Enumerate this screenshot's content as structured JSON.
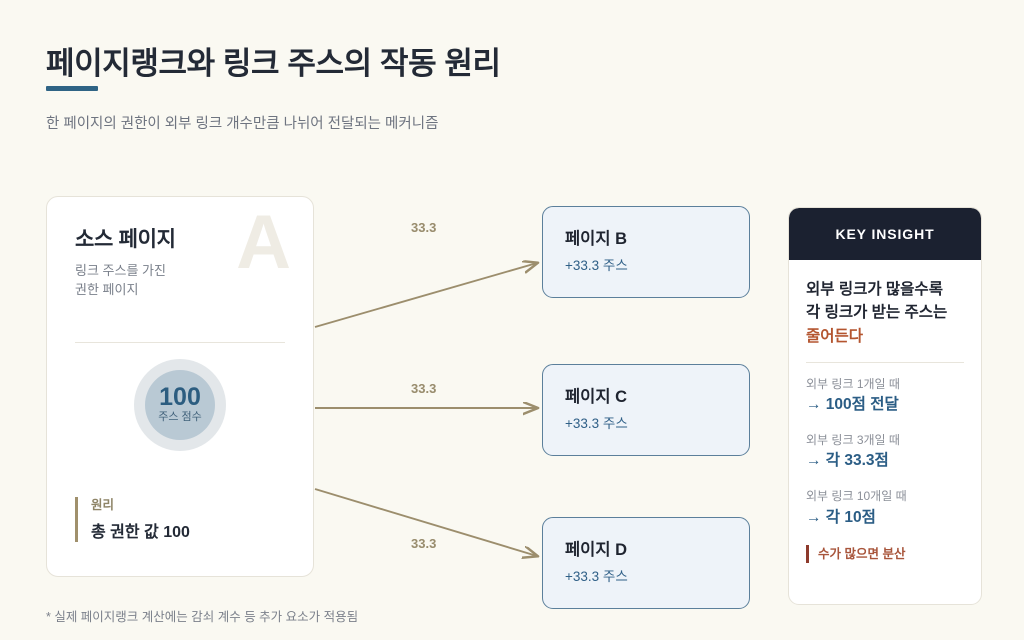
{
  "header": {
    "title": "페이지랭크와 링크 주스의 작동 원리",
    "subtitle": "한 페이지의 권한이 외부 링크 개수만큼 나뉘어 전달되는 메커니즘",
    "accent_color": "#2f6485"
  },
  "source_card": {
    "title": "소스 페이지",
    "description": "링크 주스를 가진\n권한 페이지",
    "watermark_letter": "A",
    "score": {
      "value": "100",
      "label": "주스 점수"
    },
    "principle": {
      "label": "원리",
      "value": "총 권한 값 100"
    }
  },
  "arrows": [
    {
      "label": "33.3"
    },
    {
      "label": "33.3"
    },
    {
      "label": "33.3"
    }
  ],
  "targets": [
    {
      "title": "페이지 B",
      "gain": "+33.3 주스"
    },
    {
      "title": "페이지 C",
      "gain": "+33.3 주스"
    },
    {
      "title": "페이지 D",
      "gain": "+33.3 주스"
    }
  ],
  "insight": {
    "header": "KEY INSIGHT",
    "headline_part1": "외부 링크가 많을수록\n각 링크가 받는 주스는\n",
    "headline_accent": "줄어든다",
    "accent_color": "#b4552f",
    "stats": [
      {
        "label": "외부 링크 1개일 때",
        "value": "→ 100점 전달"
      },
      {
        "label": "외부 링크 3개일 때",
        "value": "→ 각 33.3점"
      },
      {
        "label": "외부 링크 10개일 때",
        "value": "→ 각 10점"
      }
    ],
    "footnote": "수가 많으면 분산"
  },
  "footnote": "* 실제 페이지랭크 계산에는 감쇠 계수 등 추가 요소가 적용됨",
  "chart_data": {
    "type": "diagram",
    "title": "페이지랭크와 링크 주스의 작동 원리",
    "source_value": 100,
    "outbound_links": 3,
    "per_link_value": 33.3,
    "nodes": [
      "소스 페이지",
      "페이지 B",
      "페이지 C",
      "페이지 D"
    ],
    "edges": [
      {
        "from": "소스 페이지",
        "to": "페이지 B",
        "value": 33.3
      },
      {
        "from": "소스 페이지",
        "to": "페이지 C",
        "value": 33.3
      },
      {
        "from": "소스 페이지",
        "to": "페이지 D",
        "value": 33.3
      }
    ],
    "scenarios": [
      {
        "links": 1,
        "per_link": 100
      },
      {
        "links": 3,
        "per_link": 33.3
      },
      {
        "links": 10,
        "per_link": 10
      }
    ]
  }
}
